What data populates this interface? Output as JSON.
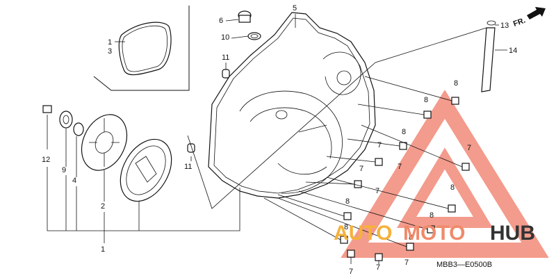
{
  "callouts": {
    "c1a": "1",
    "c3": "3",
    "c6": "6",
    "c10": "10",
    "c5": "5",
    "c11a": "11",
    "c11b": "11",
    "c13": "13",
    "c14": "14",
    "c12": "12",
    "c9": "9",
    "c4": "4",
    "c2": "2",
    "c1b": "1",
    "c8a": "8",
    "c8b": "8",
    "c8c": "8",
    "c8d": "8",
    "c8e": "8",
    "c8f": "8",
    "c8g": "8",
    "c8h": "8",
    "c7a": "7",
    "c7b": "7",
    "c7c": "7",
    "c7d": "7",
    "c7e": "7",
    "c7f": "7",
    "c7g": "7",
    "c7h": "7"
  },
  "front_arrow": "FR.",
  "diagram_code": "MBB3—E0500B",
  "watermark": {
    "part1": "AUTO",
    "part2": "MOTO",
    "part3": "HUB",
    "color_primary": "#f08a6a",
    "color_secondary": "#f5b23a",
    "color_dark": "#333333"
  },
  "colors": {
    "line": "#111111",
    "triangle": "#f28a78"
  }
}
